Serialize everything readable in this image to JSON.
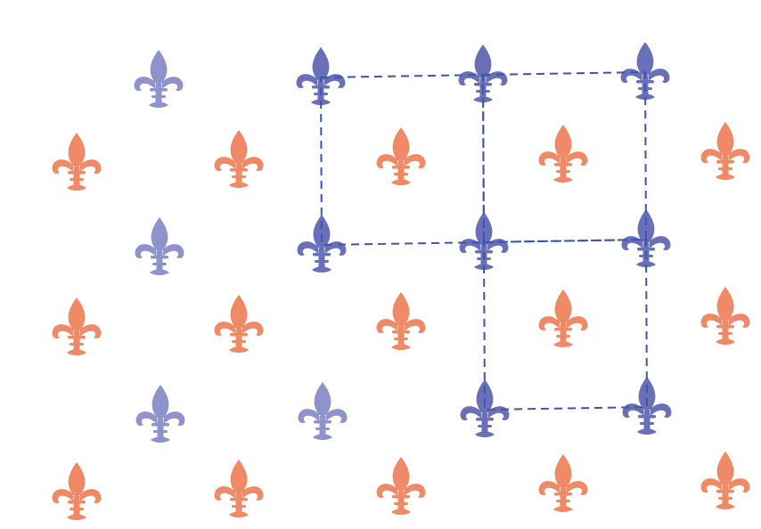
{
  "colors": {
    "background": "#ffffff",
    "blue_motif": "#8f93cc",
    "blue_motif_marked": "#6a70b8",
    "orange_motif": "#f08a66",
    "cell_line": "#3d55ad"
  },
  "motif": {
    "name": "fleur-de-lis-icon",
    "kinds": [
      "blue",
      "orange"
    ]
  },
  "lattice": {
    "blue_rows": 3,
    "blue_columns": 4,
    "orange_rows": 3,
    "orange_columns": 5,
    "marked_cells": [
      {
        "name": "unit-cell-top-left",
        "corners": [
          [
            1,
            0
          ],
          [
            2,
            0
          ],
          [
            2,
            1
          ],
          [
            1,
            1
          ]
        ]
      },
      {
        "name": "unit-cell-top-right",
        "corners": [
          [
            2,
            0
          ],
          [
            3,
            0
          ],
          [
            3,
            1
          ],
          [
            2,
            1
          ]
        ]
      },
      {
        "name": "unit-cell-bottom",
        "corners": [
          [
            2,
            1
          ],
          [
            3,
            1
          ],
          [
            3,
            2
          ],
          [
            2,
            2
          ]
        ]
      }
    ]
  }
}
